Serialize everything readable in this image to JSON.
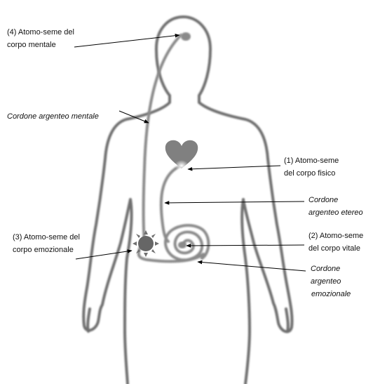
{
  "labels": {
    "mental_seed": [
      "(4) Atomo-seme del",
      "corpo mentale"
    ],
    "mental_cord": [
      "Cordone argenteo mentale"
    ],
    "physical_seed": [
      "(1) Atomo-seme",
      "del corpo fisico"
    ],
    "etheric_cord": [
      "Cordone",
      "argenteo etereo"
    ],
    "emotional_seed": [
      "(3) Atomo-seme del",
      "corpo emozionale"
    ],
    "vital_seed": [
      "(2) Atomo-seme",
      "del corpo vitale"
    ],
    "emotional_cord": [
      "Cordone",
      "argenteo",
      "emozionale"
    ]
  },
  "colors": {
    "outline": "#6f6f6f",
    "cord": "#8a8a8a",
    "heart": "#808080",
    "seed": "#555555",
    "arrow": "#000000",
    "text": "#111111"
  },
  "icons": {
    "heart": "heart-icon",
    "sun": "sun-icon"
  }
}
